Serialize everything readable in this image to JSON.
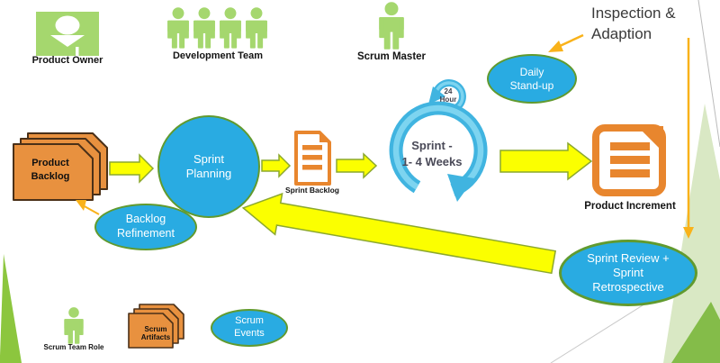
{
  "annotation": {
    "line1": "Inspection &",
    "line2": "Adaption"
  },
  "roles": {
    "product_owner": {
      "label": "Product Owner"
    },
    "development_team": {
      "label": "Development Team"
    },
    "scrum_master": {
      "label": "Scrum Master"
    }
  },
  "artifacts": {
    "product_backlog": {
      "line1": "Product",
      "line2": "Backlog"
    },
    "sprint_backlog": {
      "label": "Sprint Backlog"
    },
    "product_increment": {
      "label": "Product Increment"
    }
  },
  "events": {
    "sprint_planning": {
      "line1": "Sprint",
      "line2": "Planning"
    },
    "daily_standup": {
      "line1": "Daily",
      "line2": "Stand-up"
    },
    "backlog_refinement": {
      "line1": "Backlog",
      "line2": "Refinement"
    },
    "sprint_review": {
      "line1": "Sprint Review +",
      "line2": "Sprint",
      "line3": "Retrospective"
    }
  },
  "sprint_cycle": {
    "line1": "Sprint -",
    "line2": "1- 4 Weeks",
    "loop_line1": "24",
    "loop_line2": "Hour"
  },
  "legend": {
    "team_role": {
      "label": "Scrum Team Role"
    },
    "artifacts": {
      "label": "Scrum Artifacts"
    },
    "events": {
      "line1": "Scrum",
      "line2": "Events"
    }
  },
  "colors": {
    "role_green": "#A5D76E",
    "artifact_orange": "#E8862E",
    "card_orange": "#E8913F",
    "event_blue": "#29ABE2",
    "ellipse_border_olive": "#619A2F",
    "arrow_yellow": "#FBFF00",
    "arrow_border": "#8CA82E",
    "amber_line": "#F9B21A",
    "cycle_blue": "#40B4E0",
    "decor_lime": "#8CC63E",
    "decor_pale_green": "#D9E8C4"
  }
}
